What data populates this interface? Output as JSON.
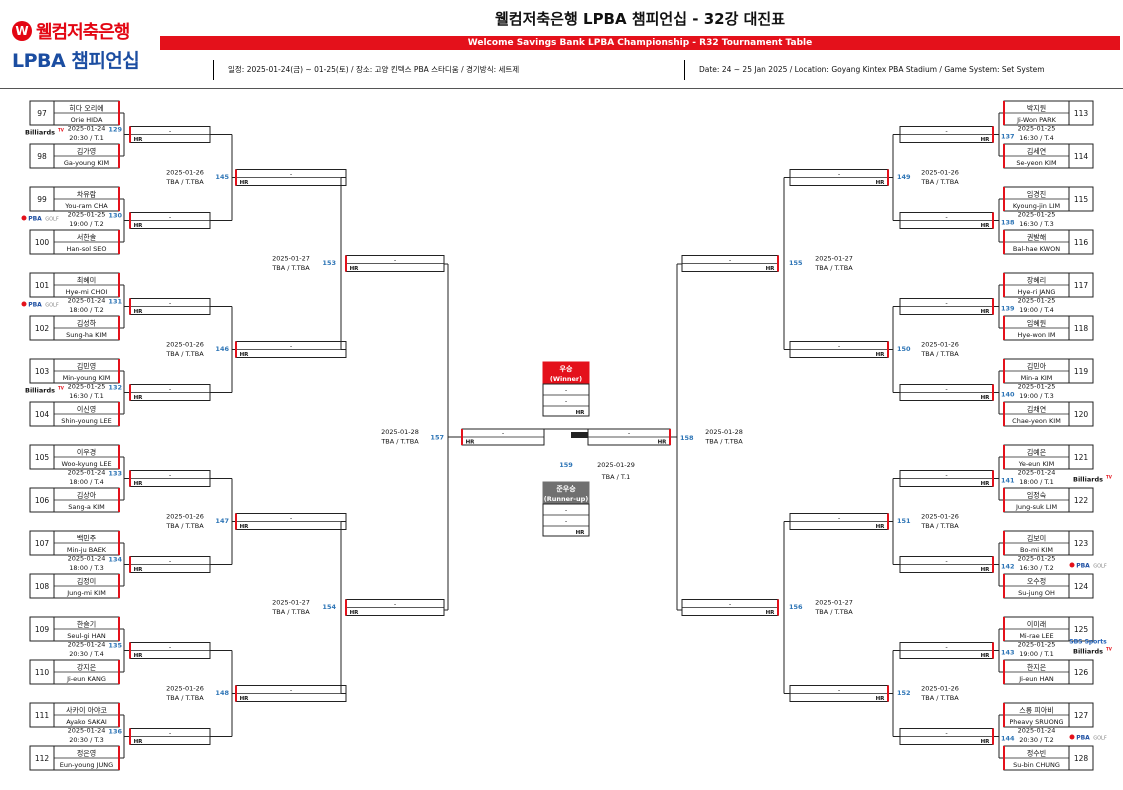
{
  "header": {
    "logo_brand": "웰컴저축은행",
    "logo_sub": "LPBA 챔피언십",
    "title_kr": "웰컴저축은행 LPBA 챔피언십 - 32강 대진표",
    "title_en": "Welcome Savings Bank LPBA Championship - R32 Tournament Table",
    "info_kr": "일정: 2025-01-24(금) ~ 01-25(토) / 장소: 고양 킨텍스 PBA 스타디움 / 경기방식: 세트제",
    "info_en": "Date: 24 ~ 25 Jan 2025 / Location: Goyang Kintex PBA Stadium / Game System: Set System"
  },
  "labels": {
    "hr": "HR",
    "dash": "-"
  },
  "left_players": [
    {
      "seed": "97",
      "kr": "히다 오리에",
      "en": "Orie HIDA"
    },
    {
      "seed": "98",
      "kr": "김가영",
      "en": "Ga-young KIM"
    },
    {
      "seed": "99",
      "kr": "차유람",
      "en": "You-ram CHA"
    },
    {
      "seed": "100",
      "kr": "서한솔",
      "en": "Han-sol SEO"
    },
    {
      "seed": "101",
      "kr": "최혜미",
      "en": "Hye-mi CHOI"
    },
    {
      "seed": "102",
      "kr": "김성하",
      "en": "Sung-ha KIM"
    },
    {
      "seed": "103",
      "kr": "김민영",
      "en": "Min-young KIM"
    },
    {
      "seed": "104",
      "kr": "이신영",
      "en": "Shin-young LEE"
    },
    {
      "seed": "105",
      "kr": "이우경",
      "en": "Woo-kyung LEE"
    },
    {
      "seed": "106",
      "kr": "김상아",
      "en": "Sang-a KIM"
    },
    {
      "seed": "107",
      "kr": "백민주",
      "en": "Min-ju BAEK"
    },
    {
      "seed": "108",
      "kr": "김정미",
      "en": "Jung-mi KIM"
    },
    {
      "seed": "109",
      "kr": "한슬기",
      "en": "Seul-gi HAN"
    },
    {
      "seed": "110",
      "kr": "강지은",
      "en": "Ji-eun KANG"
    },
    {
      "seed": "111",
      "kr": "사카이 아야코",
      "en": "Ayako SAKAI"
    },
    {
      "seed": "112",
      "kr": "정은영",
      "en": "Eun-young JUNG"
    }
  ],
  "right_players": [
    {
      "seed": "113",
      "kr": "박지원",
      "en": "Ji-Won PARK"
    },
    {
      "seed": "114",
      "kr": "김세연",
      "en": "Se-yeon KIM"
    },
    {
      "seed": "115",
      "kr": "임경진",
      "en": "Kyoung-jin LIM"
    },
    {
      "seed": "116",
      "kr": "권발해",
      "en": "Bal-hae KWON"
    },
    {
      "seed": "117",
      "kr": "장혜리",
      "en": "Hye-ri JANG"
    },
    {
      "seed": "118",
      "kr": "임혜원",
      "en": "Hye-won IM"
    },
    {
      "seed": "119",
      "kr": "김민아",
      "en": "Min-a KIM"
    },
    {
      "seed": "120",
      "kr": "김채연",
      "en": "Chae-yeon KIM"
    },
    {
      "seed": "121",
      "kr": "김예은",
      "en": "Ye-eun KIM"
    },
    {
      "seed": "122",
      "kr": "임정숙",
      "en": "Jung-suk LIM"
    },
    {
      "seed": "123",
      "kr": "김보미",
      "en": "Bo-mi KIM"
    },
    {
      "seed": "124",
      "kr": "오수정",
      "en": "Su-jung OH"
    },
    {
      "seed": "125",
      "kr": "이미래",
      "en": "Mi-rae LEE"
    },
    {
      "seed": "126",
      "kr": "한지은",
      "en": "Ji-eun HAN"
    },
    {
      "seed": "127",
      "kr": "스롱 피아비",
      "en": "Pheavy SRUONG"
    },
    {
      "seed": "128",
      "kr": "정수빈",
      "en": "Su-bin CHUNG"
    }
  ],
  "r32_left": [
    {
      "no": "129",
      "date": "2025-01-24",
      "time": "20:30 / T.1",
      "bc": "billiards"
    },
    {
      "no": "130",
      "date": "2025-01-25",
      "time": "19:00 / T.2",
      "bc": "pbagolf"
    },
    {
      "no": "131",
      "date": "2025-01-24",
      "time": "18:00 / T.2",
      "bc": "pbagolf"
    },
    {
      "no": "132",
      "date": "2025-01-25",
      "time": "16:30 / T.1",
      "bc": "billiards"
    },
    {
      "no": "133",
      "date": "2025-01-24",
      "time": "18:00 / T.4",
      "bc": ""
    },
    {
      "no": "134",
      "date": "2025-01-24",
      "time": "18:00 / T.3",
      "bc": ""
    },
    {
      "no": "135",
      "date": "2025-01-24",
      "time": "20:30 / T.4",
      "bc": ""
    },
    {
      "no": "136",
      "date": "2025-01-24",
      "time": "20:30 / T.3",
      "bc": ""
    }
  ],
  "r32_right": [
    {
      "no": "137",
      "date": "2025-01-25",
      "time": "16:30 / T.4",
      "bc": ""
    },
    {
      "no": "138",
      "date": "2025-01-25",
      "time": "16:30 / T.3",
      "bc": ""
    },
    {
      "no": "139",
      "date": "2025-01-25",
      "time": "19:00 / T.4",
      "bc": ""
    },
    {
      "no": "140",
      "date": "2025-01-25",
      "time": "19:00 / T.3",
      "bc": ""
    },
    {
      "no": "141",
      "date": "2025-01-24",
      "time": "18:00 / T.1",
      "bc": "billiards"
    },
    {
      "no": "142",
      "date": "2025-01-25",
      "time": "16:30 / T.2",
      "bc": "pbagolf"
    },
    {
      "no": "143",
      "date": "2025-01-25",
      "time": "19:00 / T.1",
      "bc": "sbs_billiards"
    },
    {
      "no": "144",
      "date": "2025-01-24",
      "time": "20:30 / T.2",
      "bc": "pbagolf"
    }
  ],
  "r16_left": [
    {
      "no": "145",
      "date": "2025-01-26",
      "time": "TBA / T.TBA"
    },
    {
      "no": "146",
      "date": "2025-01-26",
      "time": "TBA / T.TBA"
    },
    {
      "no": "147",
      "date": "2025-01-26",
      "time": "TBA / T.TBA"
    },
    {
      "no": "148",
      "date": "2025-01-26",
      "time": "TBA / T.TBA"
    }
  ],
  "r16_right": [
    {
      "no": "149",
      "date": "2025-01-26",
      "time": "TBA / T.TBA"
    },
    {
      "no": "150",
      "date": "2025-01-26",
      "time": "TBA / T.TBA"
    },
    {
      "no": "151",
      "date": "2025-01-26",
      "time": "TBA / T.TBA"
    },
    {
      "no": "152",
      "date": "2025-01-26",
      "time": "TBA / T.TBA"
    }
  ],
  "qf_left": [
    {
      "no": "153",
      "date": "2025-01-27",
      "time": "TBA / T.TBA"
    },
    {
      "no": "154",
      "date": "2025-01-27",
      "time": "TBA / T.TBA"
    }
  ],
  "qf_right": [
    {
      "no": "155",
      "date": "2025-01-27",
      "time": "TBA / T.TBA"
    },
    {
      "no": "156",
      "date": "2025-01-27",
      "time": "TBA / T.TBA"
    }
  ],
  "sf_left": {
    "no": "157",
    "date": "2025-01-28",
    "time": "TBA / T.TBA"
  },
  "sf_right": {
    "no": "158",
    "date": "2025-01-28",
    "time": "TBA / T.TBA"
  },
  "final": {
    "no": "159",
    "date": "2025-01-29",
    "time": "TBA / T.1"
  },
  "winner": {
    "kr": "우승",
    "en": "(Winner)"
  },
  "runner_up": {
    "kr": "준우승",
    "en": "(Runner-up)"
  },
  "broadcasters": {
    "billiards": "Billiards",
    "billiards_sup": "TV",
    "pba": "PBA",
    "golf": "GOLF",
    "sbs": "SBS Sports"
  },
  "colors": {
    "red": "#e4111b",
    "blue": "#2e75b6",
    "gray": "#707070",
    "dark_gray": "#555555"
  }
}
